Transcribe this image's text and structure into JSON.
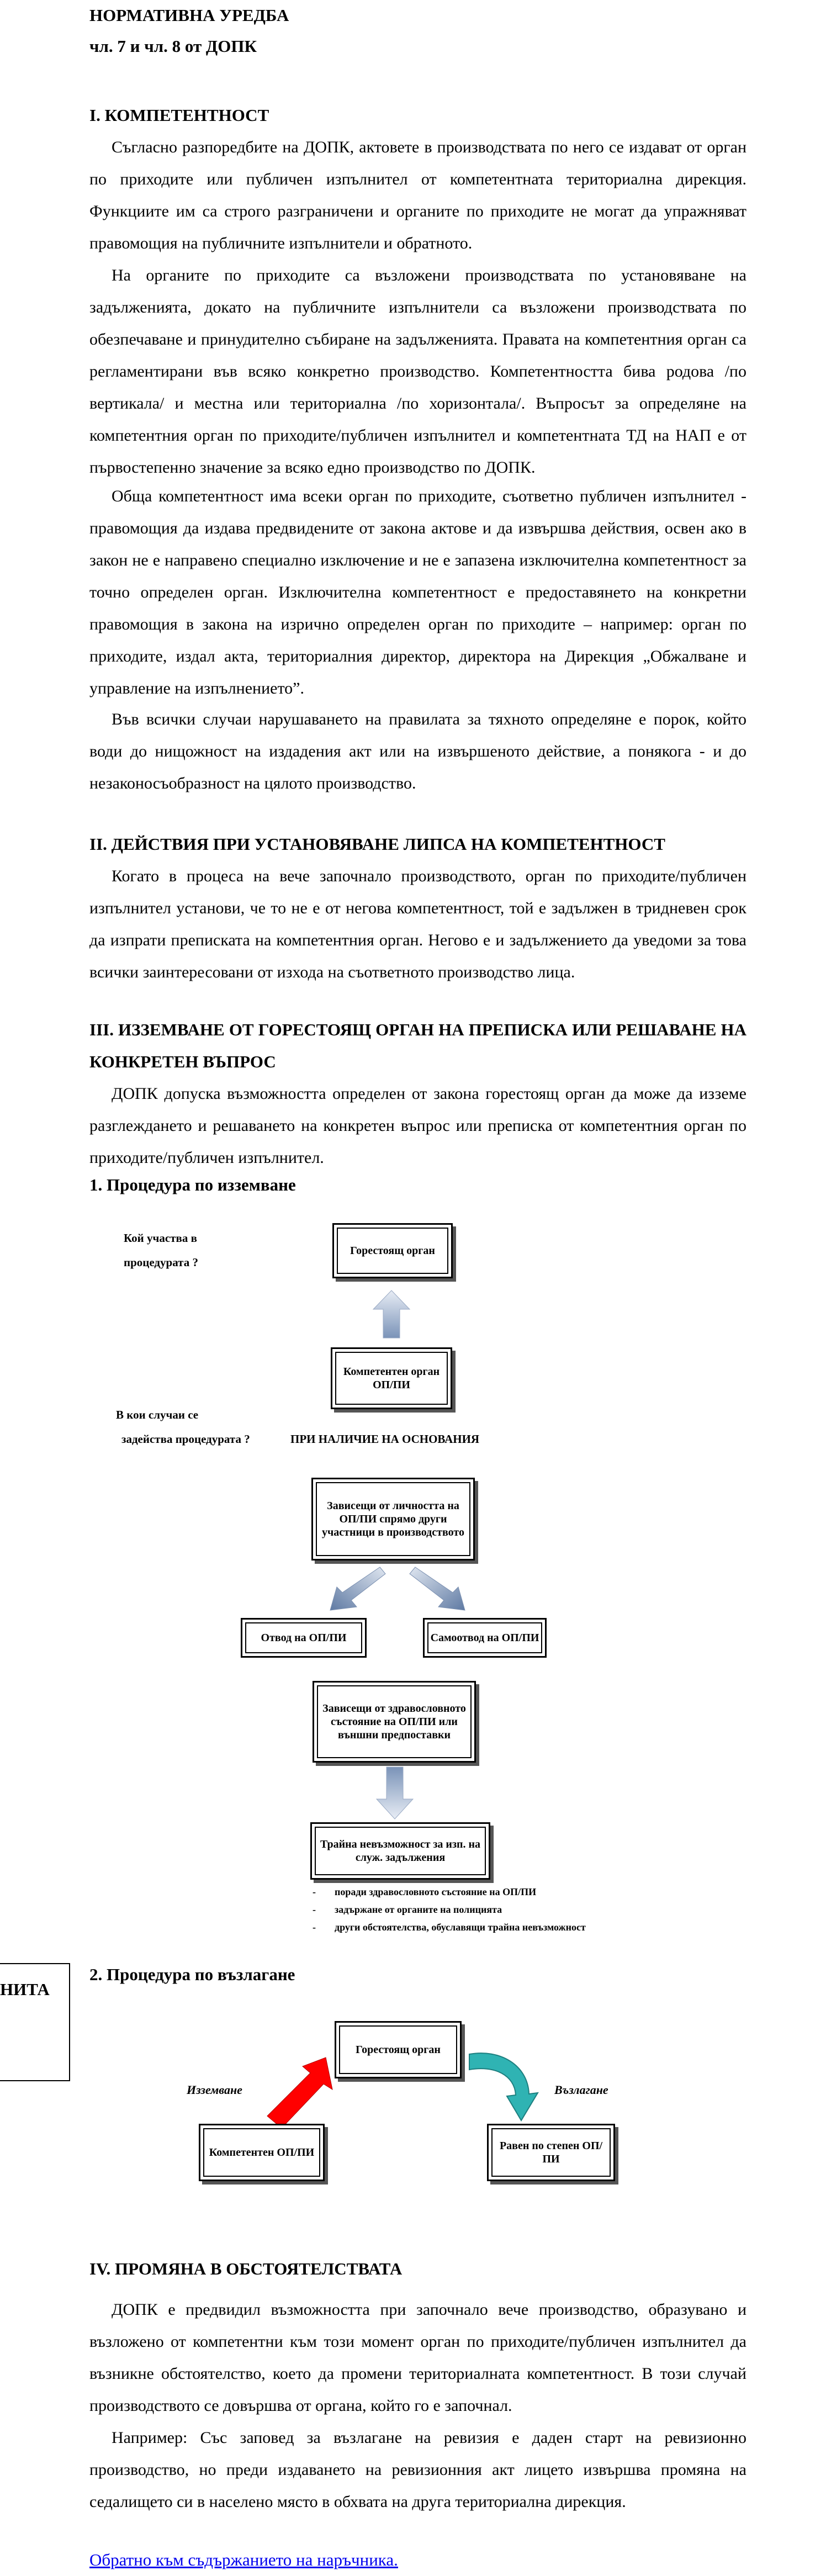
{
  "header": {
    "title": "НОРМАТИВНА УРЕДБА",
    "subtitle": "чл. 7 и чл. 8 от ДОПК"
  },
  "section1": {
    "heading": "I. КОМПЕТЕНТНОСТ",
    "p1": "Съгласно разпоредбите на ДОПК, актовете в производствата по него се издават от орган по приходите или публичен изпълнител от компетентната териториална дирекция. Функциите им са строго разграничени и органите по приходите не могат да упражняват правомощия на публичните изпълнители и обратното.",
    "p2": "На органите по приходите са възложени производствата по установяване на задълженията, докато на публичните изпълнители са възложени производствата по обезпечаване и принудително събиране на задълженията. Правата на компетентния орган са регламентирани във всяко конкретно производство. Компетентността бива родова /по вертикала/ и местна или териториална /по хоризонтала/. Въпросът за определяне на компетентния орган по приходите/публичен изпълнител и компетентната ТД на НАП е от първостепенно значение за всяко едно производство по ДОПК.",
    "p3": "Обща компетентност има всеки орган по приходите, съответно публичен изпълнител - правомощия да издава предвидените от закона актове и да извършва действия, освен ако в закон не е направено специално изключение и не е запазена изключителна компетентност за точно определен орган. Изключителна компетентност е предоставянето на конкретни правомощия в закона на изрично определен орган по приходите – например: орган по приходите, издал акта, териториалния директор, директора на Дирекция „Обжалване и управление на изпълнението”.",
    "p4": "Във всички случаи нарушаването на правилата за тяхното определяне е порок, който води до нищожност на издадения акт или на извършеното действие, а понякога - и до незаконосъобразност на цялото производство."
  },
  "section2": {
    "heading": "II. ДЕЙСТВИЯ ПРИ УСТАНОВЯВАНЕ ЛИПСА НА КОМПЕТЕНТНОСТ",
    "p1": "Когато в процеса на вече започнало производството, орган по приходите/публичен изпълнител установи, че то не е от негова компетентност, той е задължен в тридневен срок да изпрати преписката на компетентния орган. Негово е и задължението да уведоми за това всички заинтересовани от изхода на съответното производство лица."
  },
  "section3": {
    "heading": "III. ИЗЗЕМВАНЕ ОТ ГОРЕСТОЯЩ ОРГАН НА ПРЕПИСКА ИЛИ РЕШАВАНЕ НА КОНКРЕТЕН ВЪПРОС",
    "p1": "ДОПК допуска възможността определен от закона горестоящ орган да може да изземе разглеждането и решаването на конкретен въпрос или преписка от компетентния орган по приходите/публичен изпълнител.",
    "sub1": "1. Процедура по изземване",
    "d1": {
      "q1_line1": "Кой участва в",
      "q1_line2": "процедурата ?",
      "box_top": "Горестоящ орган",
      "box_comp": "Компетентен орган ОП/ПИ",
      "q2_line1": "В кои случаи се",
      "q2_line2": "задейства процедурата ?",
      "grounds": "ПРИ НАЛИЧИЕ НА ОСНОВАНИЯ",
      "box_personal": "Зависещи от личността на ОП/ПИ спрямо други участници в производството",
      "box_recusal": "Отвод на ОП/ПИ",
      "box_self": "Самоотвод на ОП/ПИ",
      "box_health": "Зависещи от здравословното състояние на ОП/ПИ или външни предпоставки",
      "box_inability": "Трайна невъзможност за изп. на служ. задължения",
      "list": [
        "поради здравословното състояние на ОП/ПИ",
        "задържане от органите на полицията",
        "други обстоятелства, обуславящи трайна невъзможност"
      ]
    },
    "edge_text": "НИТА",
    "sub2": "2. Процедура по възлагане",
    "d2": {
      "box_top": "Горестоящ орган",
      "box_left": "Компетентен ОП/ПИ",
      "box_right": "Равен по степен ОП/ПИ",
      "label_left": "Изземване",
      "label_right": "Възлагане"
    }
  },
  "section4": {
    "heading": "IV. ПРОМЯНА В ОБСТОЯТЕЛСТВАТА",
    "p1": "ДОПК е предвидил възможността при започнало вече производство, образувано и възложено от компетентни към този момент орган по приходите/публичен изпълнител да възникне обстоятелство, което да промени териториалната компетентност. В този случай производството се довършва от органа, който го е започнал.",
    "p2": "Например: Със заповед за възлагане на ревизия е даден старт на ревизионно производство, но преди издаването на ревизионния акт лицето извършва промяна на седалището си в населено място в обхвата на друга териториална дирекция."
  },
  "footer": {
    "link": "Обратно към съдържанието на наръчника."
  },
  "colors": {
    "link": "#0000ee",
    "arrow_blue": "#7a93b8",
    "arrow_red": "#ff0000",
    "arrow_teal": "#2fb3b3"
  }
}
